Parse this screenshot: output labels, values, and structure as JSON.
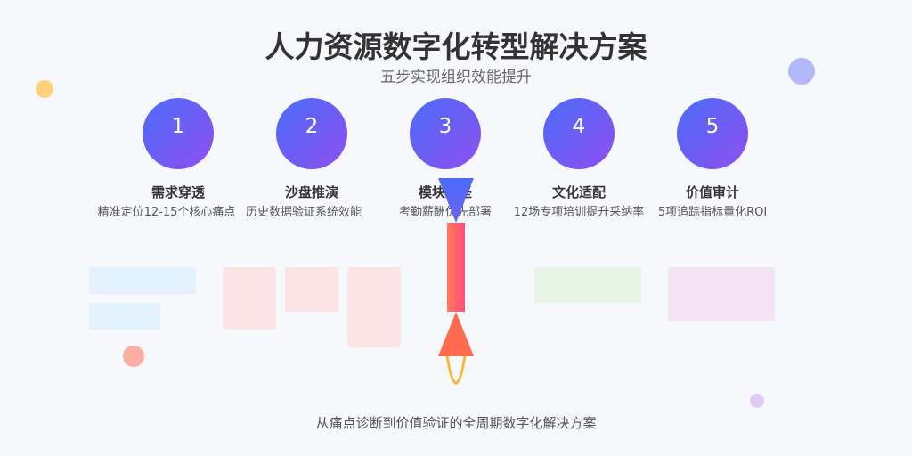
{
  "header": {
    "title": "人力资源数字化转型解决方案",
    "subtitle": "五步实现组织效能提升"
  },
  "steps": [
    {
      "number": "1",
      "title": "需求穿透",
      "desc": "精准定位12-15个核心痛点"
    },
    {
      "number": "2",
      "title": "沙盘推演",
      "desc": "历史数据验证系统效能"
    },
    {
      "number": "3",
      "title": "模块攻坚",
      "desc": "考勤薪酬优先部署"
    },
    {
      "number": "4",
      "title": "文化适配",
      "desc": "12场专项培训提升采纳率"
    },
    {
      "number": "5",
      "title": "价值审计",
      "desc": "5项追踪指标量化ROI"
    }
  ],
  "footer": {
    "text": "从痛点诊断到价值验证的全周期数字化解决方案"
  },
  "colors": {
    "circle_gradient": [
      "#4a6cf7",
      "#8f4ff0"
    ],
    "rocket_body": [
      "#ff7a59",
      "#ff4f7a"
    ],
    "rocket_flame": "#f5b942",
    "block_blue": "#e3f0fd",
    "block_pink": "#fde3e3",
    "block_green": "#e6f4e6",
    "block_purple": "#f3e3f4"
  },
  "icons": {
    "rocket": "rocket-icon"
  }
}
